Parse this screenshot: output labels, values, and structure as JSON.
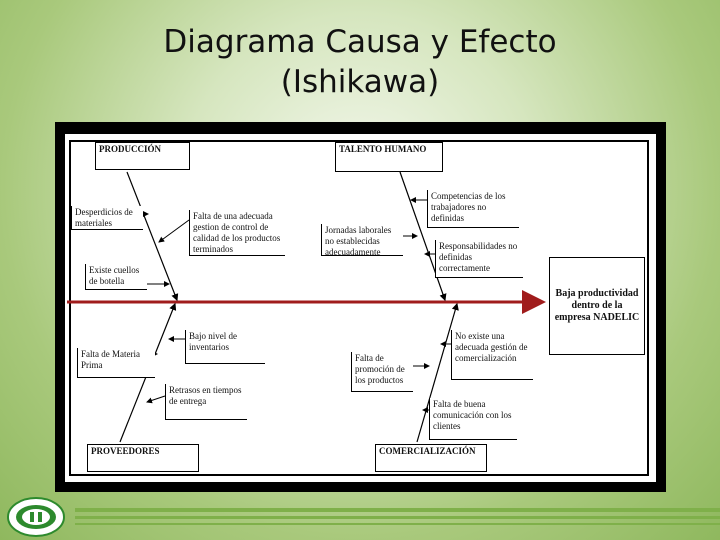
{
  "slide": {
    "title_line1": "Diagrama Causa y Efecto",
    "title_line2": "(Ishikawa)"
  },
  "diagram": {
    "effect": "Baja productividad dentro de la empresa NADELIC",
    "categories": {
      "produccion": "PRODUCCIÓN",
      "talento_humano": "TALENTO HUMANO",
      "proveedores": "PROVEEDORES",
      "comercializacion": "COMERCIALIZACIÓN"
    },
    "causes": {
      "desperdicios": "Desperdicios de materiales",
      "falta_control": "Falta de una adecuada gestion de control de calidad de los productos terminados",
      "cuellos_botella": "Existe cuellos de botella",
      "competencias": "Competencias de los trabajadores no definidas",
      "jornadas": "Jornadas laborales no establecidas adecuadamente",
      "responsabilidades": "Responsabilidades no definidas correctamente",
      "bajo_inventario": "Bajo nivel de inventarios",
      "falta_materia": "Falta de Materia Prima",
      "retrasos": "Retrasos en tiempos de entrega",
      "falta_promocion": "Falta de promoción de los productos",
      "gestion_comercializacion": "No existe una adecuada gestión de comercialización",
      "comunicacion": "Falta de buena comunicación con los clientes"
    }
  },
  "colors": {
    "spine": "#a01c1c",
    "footer": "#7fb04a"
  },
  "logo": {
    "icon": "university-seal-icon"
  }
}
